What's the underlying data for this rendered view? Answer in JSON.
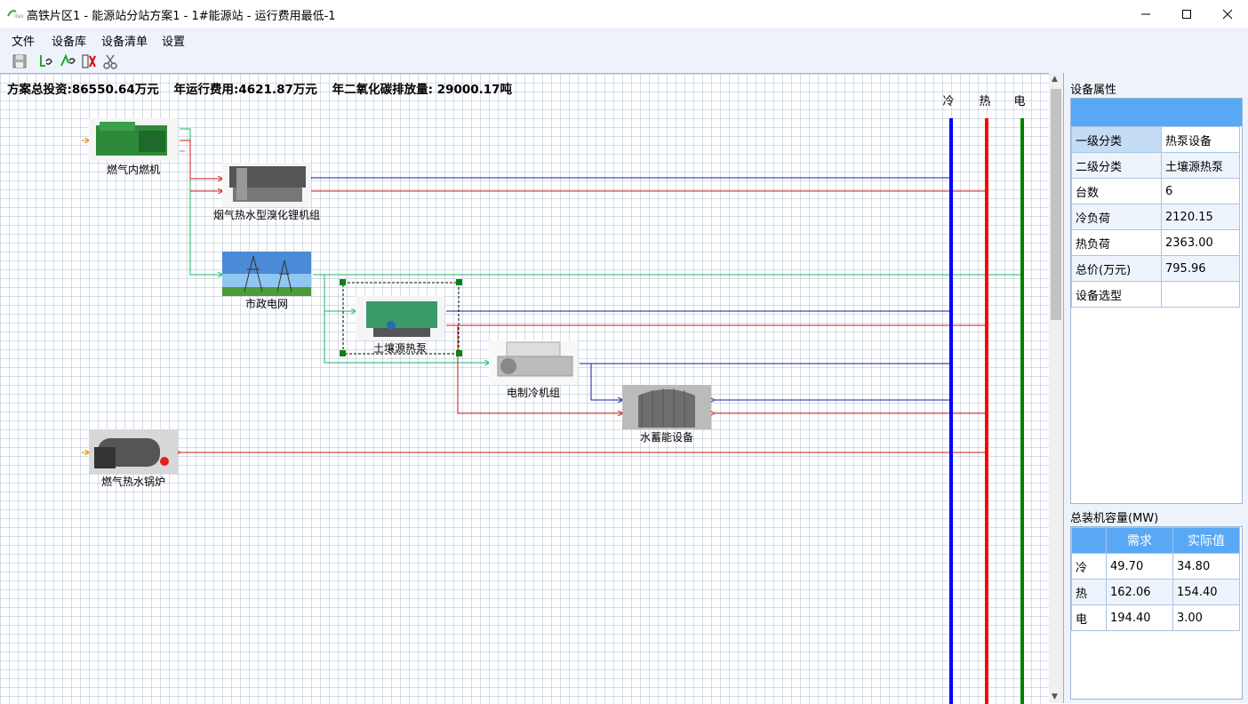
{
  "window": {
    "title": "高铁片区1 - 能源站分站方案1 - 1#能源站 - 运行费用最低-1",
    "minimize": "─",
    "maximize": "☐",
    "close": "✕"
  },
  "menu": [
    "文件",
    "设备库",
    "设备清单",
    "设置"
  ],
  "toolbar": [
    "save-icon",
    "add-device-icon",
    "add-link-icon",
    "delete-grid-icon",
    "scissors-icon"
  ],
  "summary": {
    "investment": "方案总投资:86550.64万元",
    "running_cost": "年运行费用:4621.87万元",
    "co2": "年二氧化碳排放量: 29000.17吨"
  },
  "buses": {
    "cold": "冷",
    "heat": "热",
    "elec": "电"
  },
  "devices": {
    "gas_engine": "燃气内燃机",
    "absorption_chiller": "烟气热水型溴化锂机组",
    "grid": "市政电网",
    "heat_pump": "土壤源热泵",
    "electric_chiller": "电制冷机组",
    "water_storage": "水蓄能设备",
    "gas_boiler": "燃气热水锅炉"
  },
  "colors": {
    "cold": "#0000ff",
    "heat": "#ff0000",
    "elec": "#008000",
    "line_cold": "#1a1aa0",
    "line_heat": "#d01818",
    "line_elec": "#1fb36b"
  },
  "properties": {
    "title": "设备属性",
    "rows": [
      {
        "key": "一级分类",
        "value": "热泵设备"
      },
      {
        "key": "二级分类",
        "value": "土壤源热泵"
      },
      {
        "key": "台数",
        "value": "6"
      },
      {
        "key": "冷负荷",
        "value": "2120.15"
      },
      {
        "key": "热负荷",
        "value": "2363.00"
      },
      {
        "key": "总价(万元)",
        "value": "795.96"
      },
      {
        "key": "设备选型",
        "value": ""
      }
    ]
  },
  "capacity": {
    "title": "总装机容量(MW)",
    "headers": [
      "",
      "需求",
      "实际值"
    ],
    "rows": [
      {
        "name": "冷",
        "demand": "49.70",
        "actual": "34.80"
      },
      {
        "name": "热",
        "demand": "162.06",
        "actual": "154.40"
      },
      {
        "name": "电",
        "demand": "194.40",
        "actual": "3.00"
      }
    ]
  }
}
